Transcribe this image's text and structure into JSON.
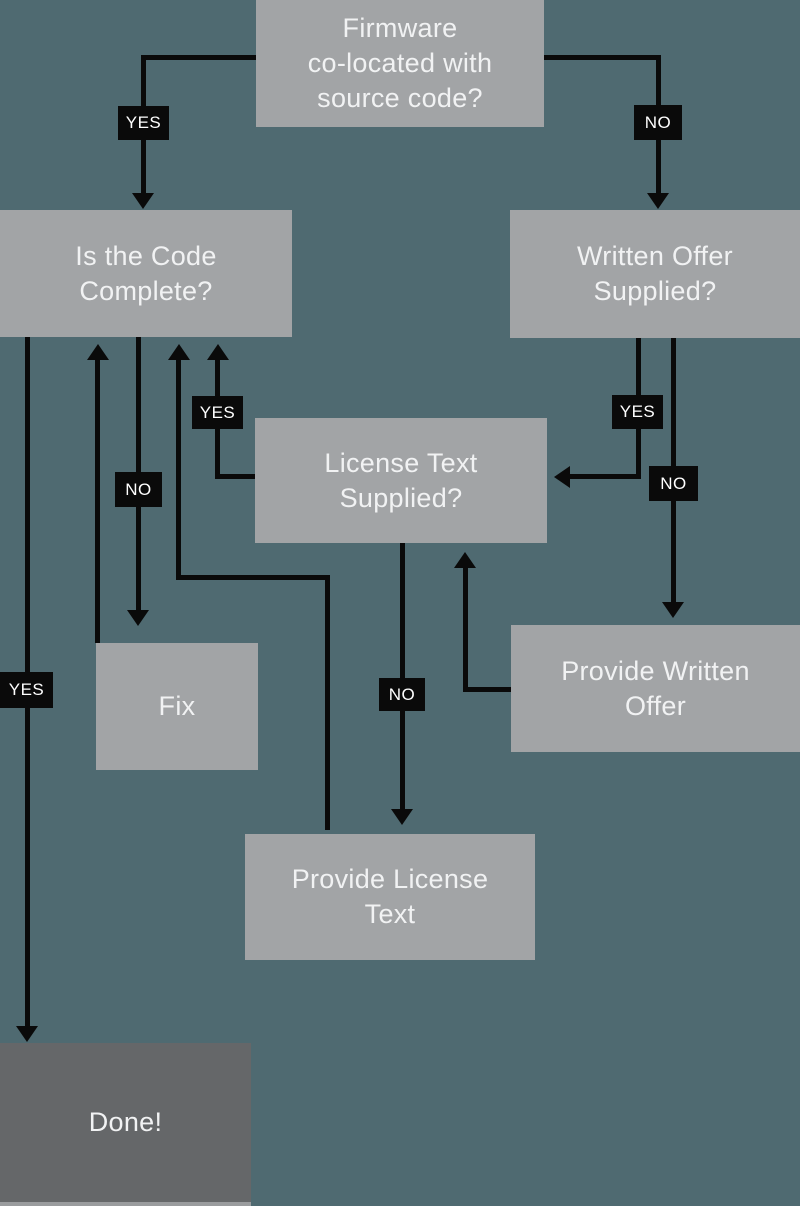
{
  "diagram": {
    "type": "flowchart",
    "colors": {
      "background": "#4f6a71",
      "node_fill": "#a2a4a6",
      "done_node_fill": "#656769",
      "connector": "#0a0a0a",
      "edge_label_bg": "#0a0a0a",
      "edge_label_text": "#ffffff",
      "node_text": "#f1f2f3"
    },
    "nodes": {
      "firmware_question": {
        "label": "Firmware\nco-located with\nsource code?"
      },
      "code_complete_question": {
        "label": "Is the Code\nComplete?"
      },
      "written_offer_question": {
        "label": "Written Offer\nSupplied?"
      },
      "license_text_question": {
        "label": "License Text\nSupplied?"
      },
      "fix": {
        "label": "Fix"
      },
      "provide_written_offer": {
        "label": "Provide Written\nOffer"
      },
      "provide_license_text": {
        "label": "Provide License\nText"
      },
      "done": {
        "label": "Done!"
      }
    },
    "edge_labels": {
      "firmware_yes": "YES",
      "firmware_no": "NO",
      "code_complete_yes": "YES",
      "code_complete_no": "NO",
      "license_text_yes": "YES",
      "license_text_no": "NO",
      "written_offer_yes": "YES",
      "written_offer_no": "NO"
    },
    "edges": [
      {
        "from": "firmware_question",
        "to": "code_complete_question",
        "label": "YES"
      },
      {
        "from": "firmware_question",
        "to": "written_offer_question",
        "label": "NO"
      },
      {
        "from": "code_complete_question",
        "to": "done",
        "label": "YES"
      },
      {
        "from": "code_complete_question",
        "to": "fix",
        "label": "NO"
      },
      {
        "from": "fix",
        "to": "code_complete_question",
        "label": ""
      },
      {
        "from": "license_text_question",
        "to": "code_complete_question",
        "label": "YES"
      },
      {
        "from": "license_text_question",
        "to": "provide_license_text",
        "label": "NO"
      },
      {
        "from": "provide_license_text",
        "to": "code_complete_question",
        "label": ""
      },
      {
        "from": "written_offer_question",
        "to": "license_text_question",
        "label": "YES"
      },
      {
        "from": "written_offer_question",
        "to": "provide_written_offer",
        "label": "NO"
      },
      {
        "from": "provide_written_offer",
        "to": "license_text_question",
        "label": ""
      }
    ]
  }
}
